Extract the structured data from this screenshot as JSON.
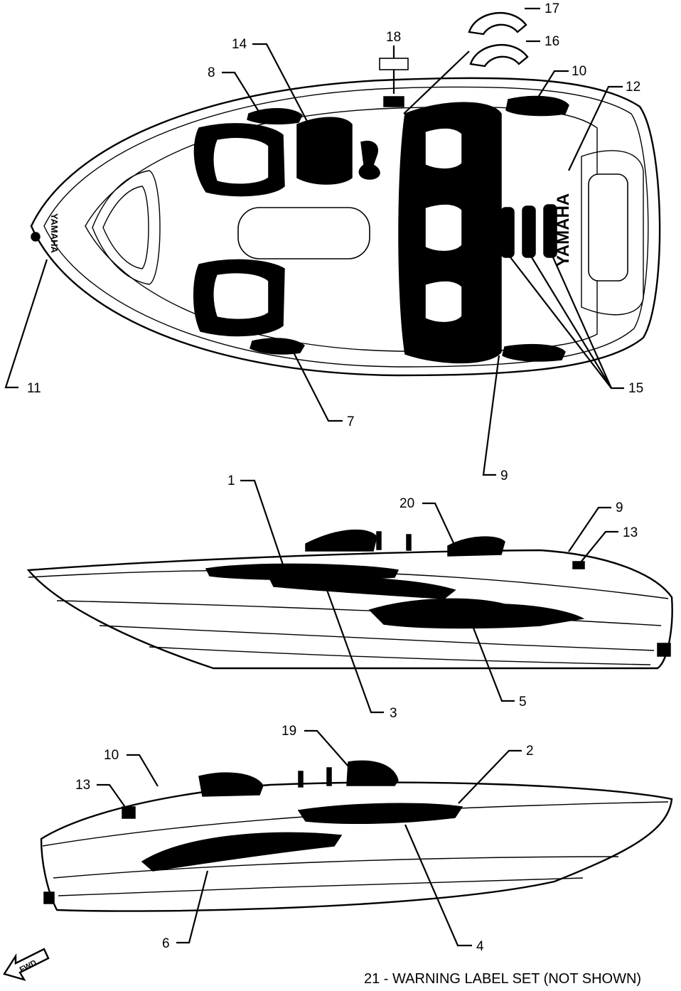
{
  "brand_text": "YAMAHA",
  "fwd_label": "FWD",
  "footnote": "21 - WARNING LABEL SET (NOT SHOWN)",
  "callouts": {
    "c1": "1",
    "c2": "2",
    "c3": "3",
    "c4": "4",
    "c5": "5",
    "c6": "6",
    "c7": "7",
    "c8": "8",
    "c9a": "9",
    "c9b": "9",
    "c10a": "10",
    "c10b": "10",
    "c11": "11",
    "c12": "12",
    "c13a": "13",
    "c13b": "13",
    "c14": "14",
    "c15": "15",
    "c16": "16",
    "c17": "17",
    "c18": "18",
    "c19": "19",
    "c20": "20"
  }
}
